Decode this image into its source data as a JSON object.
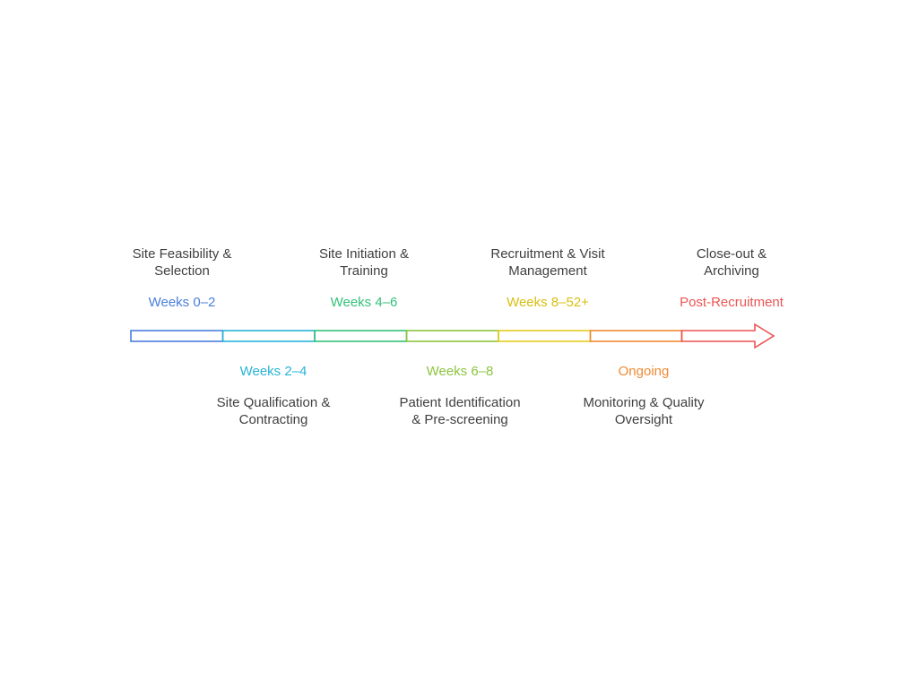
{
  "phases": [
    {
      "title": "Site Feasibility &\nSelection",
      "period": "Weeks 0–2",
      "color": "#4a7fdc"
    },
    {
      "title": "Site Qualification &\nContracting",
      "period": "Weeks 2–4",
      "color": "#27b4d8"
    },
    {
      "title": "Site Initiation &\nTraining",
      "period": "Weeks 4–6",
      "color": "#34c17a"
    },
    {
      "title": "Patient Identification\n& Pre-screening",
      "period": "Weeks 6–8",
      "color": "#8cc43f"
    },
    {
      "title": "Recruitment & Visit\nManagement",
      "period": "Weeks 8–52+",
      "color": "#e6cc1f"
    },
    {
      "title": "Monitoring & Quality\nOversight",
      "period": "Ongoing",
      "color": "#ef8a35"
    },
    {
      "title": "Close-out &\nArchiving",
      "period": "Post-Recruitment",
      "color": "#eb5454"
    }
  ]
}
